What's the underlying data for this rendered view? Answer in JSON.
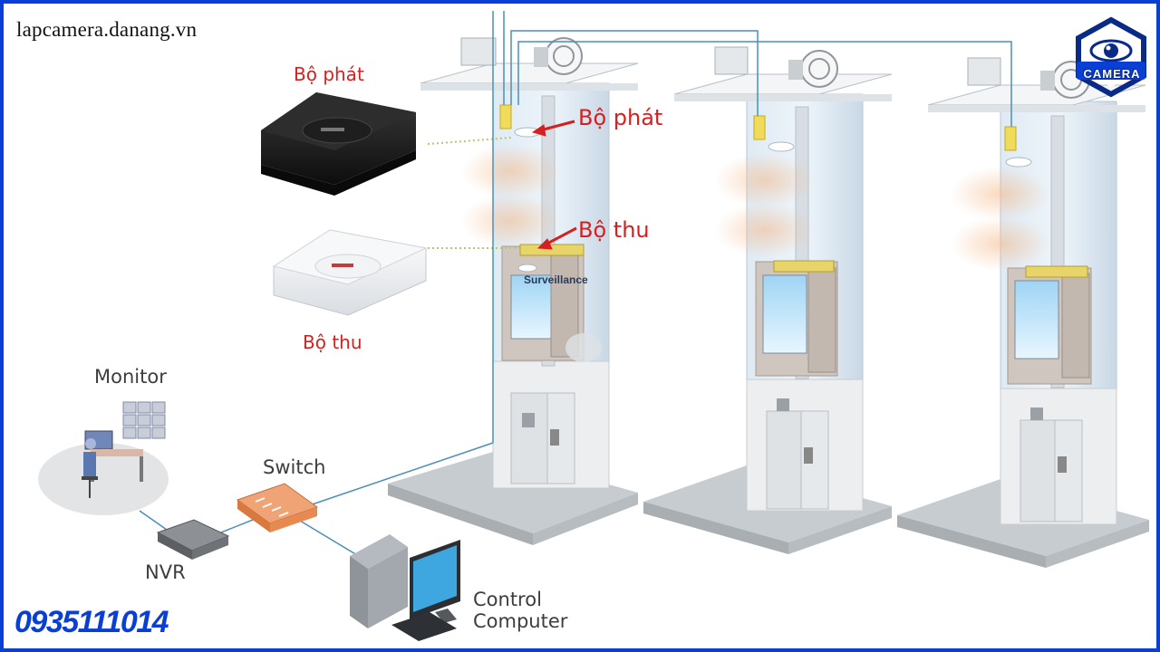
{
  "site": {
    "watermark": "lapcamera.danang.vn",
    "phone": "0935111014"
  },
  "logo": {
    "text": "CAMERA",
    "icon": "camera-eye-icon"
  },
  "devices": {
    "transmitter_label": "Bộ phát",
    "receiver_label": "Bộ thu"
  },
  "elevator_callouts": {
    "transmitter": "Bộ phát",
    "receiver": "Bộ thu",
    "camera_label": "Surveillance"
  },
  "network": {
    "monitor": "Monitor",
    "switch": "Switch",
    "nvr": "NVR",
    "computer_line1": "Control",
    "computer_line2": "Computer"
  },
  "colors": {
    "border": "#0a3fd6",
    "callout_red": "#d42020",
    "phone_blue": "#0a3fd6",
    "cable": "#4b8fb8"
  }
}
